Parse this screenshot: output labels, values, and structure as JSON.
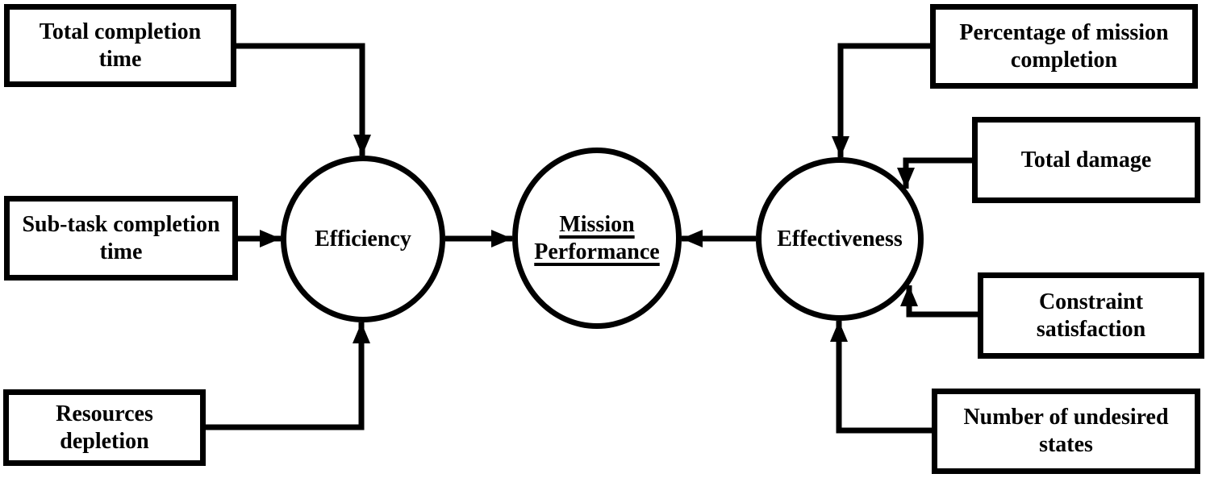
{
  "figure": {
    "background_color": "#ffffff",
    "line_color": "#000000",
    "nodes": {
      "efficiency": {
        "label": "Efficiency"
      },
      "effectiveness": {
        "label": "Effectiveness"
      },
      "mission_performance": {
        "lines": [
          "Mission",
          "Performance"
        ]
      }
    },
    "efficiency_inputs": [
      {
        "lines": [
          "Total completion",
          "time"
        ]
      },
      {
        "lines": [
          "Sub-task completion",
          "time"
        ]
      },
      {
        "lines": [
          "Resources depletion"
        ]
      }
    ],
    "effectiveness_inputs": [
      {
        "lines": [
          "Percentage of mission",
          "completion"
        ]
      },
      {
        "lines": [
          "Total damage"
        ]
      },
      {
        "lines": [
          "Constraint",
          "satisfaction"
        ]
      },
      {
        "lines": [
          "Number of undesired",
          "states"
        ]
      }
    ],
    "edges": [
      {
        "from": "Total completion time",
        "to": "Efficiency"
      },
      {
        "from": "Sub-task completion time",
        "to": "Efficiency"
      },
      {
        "from": "Resources depletion",
        "to": "Efficiency"
      },
      {
        "from": "Efficiency",
        "to": "Mission Performance"
      },
      {
        "from": "Effectiveness",
        "to": "Mission Performance"
      },
      {
        "from": "Percentage of mission completion",
        "to": "Effectiveness"
      },
      {
        "from": "Total damage",
        "to": "Effectiveness"
      },
      {
        "from": "Constraint satisfaction",
        "to": "Effectiveness"
      },
      {
        "from": "Number of undesired states",
        "to": "Effectiveness"
      }
    ]
  }
}
